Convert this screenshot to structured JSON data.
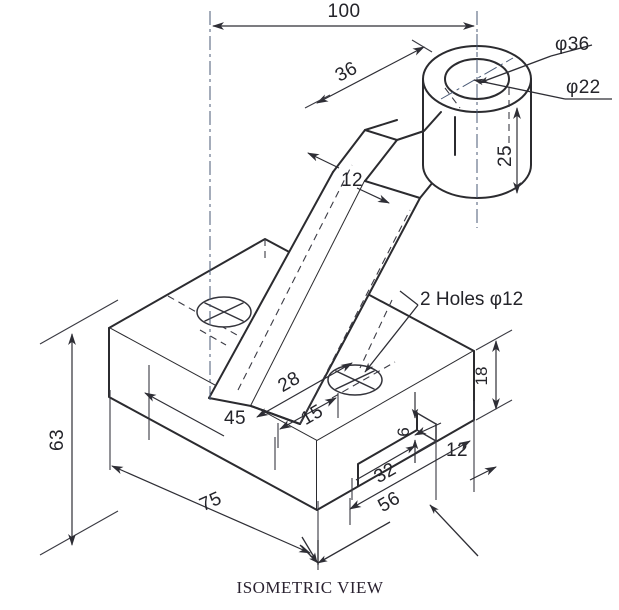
{
  "drawing": {
    "title": "ISOMETRIC VIEW",
    "caption": "ISOMETRIC VIEW",
    "projection": "isometric",
    "units_note": "",
    "line_color": "#2b2b2f",
    "hidden_line_color": "#3b3b44",
    "center_line_color": "#4a5a76",
    "background_color": "#ffffff"
  },
  "dimensions": {
    "overall_length": "100",
    "arm_length": "36",
    "boss_outer_dia": "φ36",
    "boss_inner_dia": "φ22",
    "boss_height": "25",
    "arm_thickness": "12",
    "overall_height": "63",
    "base_length": "75",
    "arm_base_offset": "45",
    "hole_offset_long": "28",
    "hole_offset_cross": "15",
    "base_thickness": "18",
    "notch_depth": "6",
    "notch_offset": "32",
    "notch_end": "12",
    "notch_length": "56"
  },
  "notes": {
    "holes_note": "2 Holes φ12"
  },
  "features": [
    {
      "name": "base-plate",
      "label": "base-plate"
    },
    {
      "name": "inclined-arm",
      "label": "inclined-arm"
    },
    {
      "name": "cylindrical-boss",
      "label": "cylindrical-boss"
    },
    {
      "name": "through-hole-left",
      "label": "through-hole-left"
    },
    {
      "name": "through-hole-right",
      "label": "through-hole-right"
    },
    {
      "name": "bottom-notch",
      "label": "bottom-notch"
    }
  ]
}
